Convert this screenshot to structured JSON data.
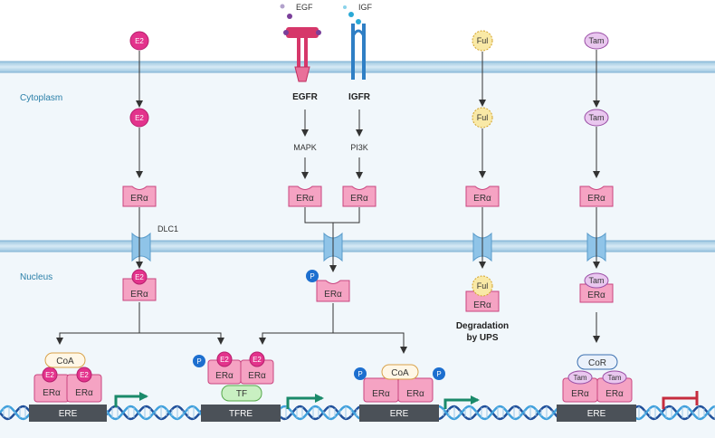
{
  "regions": {
    "cytoplasm": "Cytoplasm",
    "nucleus": "Nucleus"
  },
  "ligands": {
    "e2": "E2",
    "egf": "EGF",
    "igf": "IGF",
    "ful": "Ful",
    "tam": "Tam"
  },
  "receptors": {
    "egfr": "EGFR",
    "igfr": "IGFR"
  },
  "kinases": {
    "mapk": "MAPK",
    "pi3k": "PI3K"
  },
  "proteins": {
    "era": "ERα",
    "dlc1": "DLC1",
    "coa": "CoA",
    "cor": "CoR",
    "tf": "TF",
    "phospho": "P"
  },
  "degradation": {
    "line1": "Degradation",
    "line2": "by UPS"
  },
  "dna_elements": {
    "ere": "ERE",
    "tfre": "TFRE"
  },
  "colors": {
    "membrane": "#a9cfe6",
    "cell_bg": "#eef5fa",
    "era_fill": "#f5a3c3",
    "e2_fill": "#e3338c",
    "ful_fill": "#f9e9a6",
    "tam_fill": "#e9c7ef",
    "phospho": "#1d6fcf",
    "egfr": "#d6376a",
    "igfr": "#2f7fc5",
    "activation_arrow": "#1a8a6a",
    "repression": "#c62c3e",
    "dna_box": "#4b5158"
  }
}
